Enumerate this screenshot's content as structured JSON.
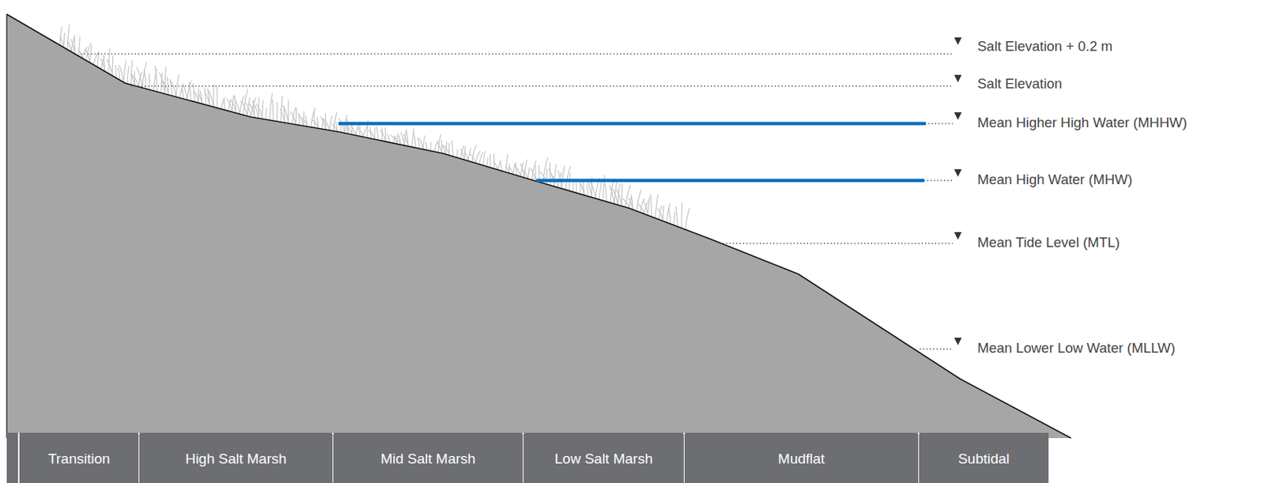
{
  "diagram": {
    "nodes": [
      {
        "text": [
          "Transition"
        ]
      },
      {
        "text": [
          "High Salt Marsh"
        ]
      },
      {
        "text": [
          "Mid Salt Marsh"
        ]
      },
      {
        "text": [
          "Low Salt Marsh"
        ]
      },
      {
        "text": [
          "Mudflat"
        ]
      },
      {
        "text": [
          "Subtidal"
        ]
      }
    ],
    "labels": [
      "Salt Elevation + 0.2 m",
      "Salt Elevation",
      "Mean Higher High Water (MHHW)",
      "Mean High Water (MHW)",
      "Mean Tide Level (MTL)",
      "Mean Lower Low Water (MLLW)"
    ]
  }
}
